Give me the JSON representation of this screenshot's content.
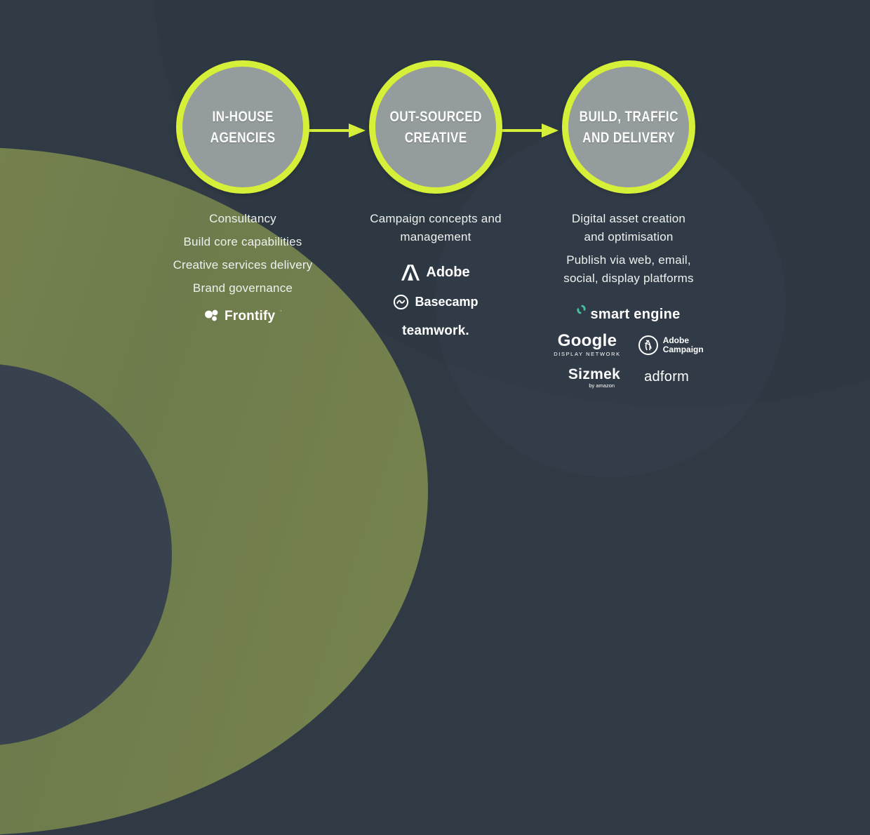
{
  "colors": {
    "background": "#303a45",
    "accent_green": "#d6ef39",
    "circle_fill": "#959c9d",
    "olive_blob": "#6e7b4c",
    "text": "#eef1ee",
    "smart_engine_icon": "#45c4a0"
  },
  "stages": [
    {
      "title1": "IN-HOUSE",
      "title2": "AGENCIES",
      "bullets": [
        "Consultancy",
        "Build core capabilities",
        "Creative services delivery",
        "Brand governance"
      ]
    },
    {
      "title1": "OUT-SOURCED",
      "title2": "CREATIVE",
      "bullets": [
        "Campaign concepts and management"
      ]
    },
    {
      "title1": "BUILD, TRAFFIC",
      "title2": "AND DELIVERY",
      "bullets": [
        "Digital asset creation and optimisation",
        "Publish via web, email, social, display platforms"
      ]
    }
  ],
  "logos": {
    "frontify": "Frontify",
    "frontify_tm": "’",
    "adobe": "Adobe",
    "basecamp": "Basecamp",
    "teamwork": "teamwork.",
    "smart_engine": "smart engine",
    "google": "Google",
    "google_sub": "DISPLAY NETWORK",
    "adobe_campaign_line1": "Adobe",
    "adobe_campaign_line2": "Campaign",
    "sizmek": "Sizmek",
    "sizmek_sub": "by amazon",
    "adform": "adform"
  }
}
